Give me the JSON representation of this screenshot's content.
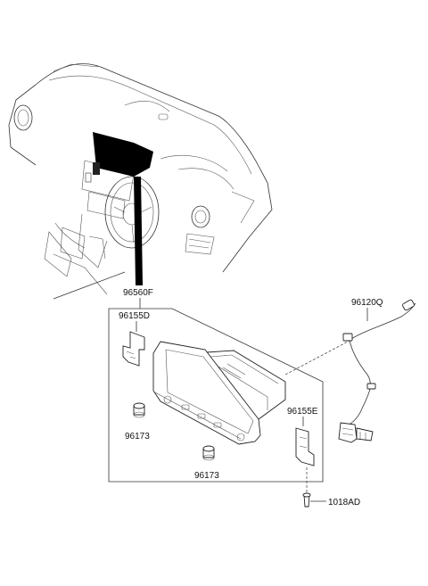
{
  "parts": {
    "head_unit": "96560F",
    "bracket_left": "96155D",
    "bracket_right": "96155E",
    "knob_1": "96173",
    "knob_2": "96173",
    "harness": "96120Q",
    "screw": "1018AD"
  }
}
